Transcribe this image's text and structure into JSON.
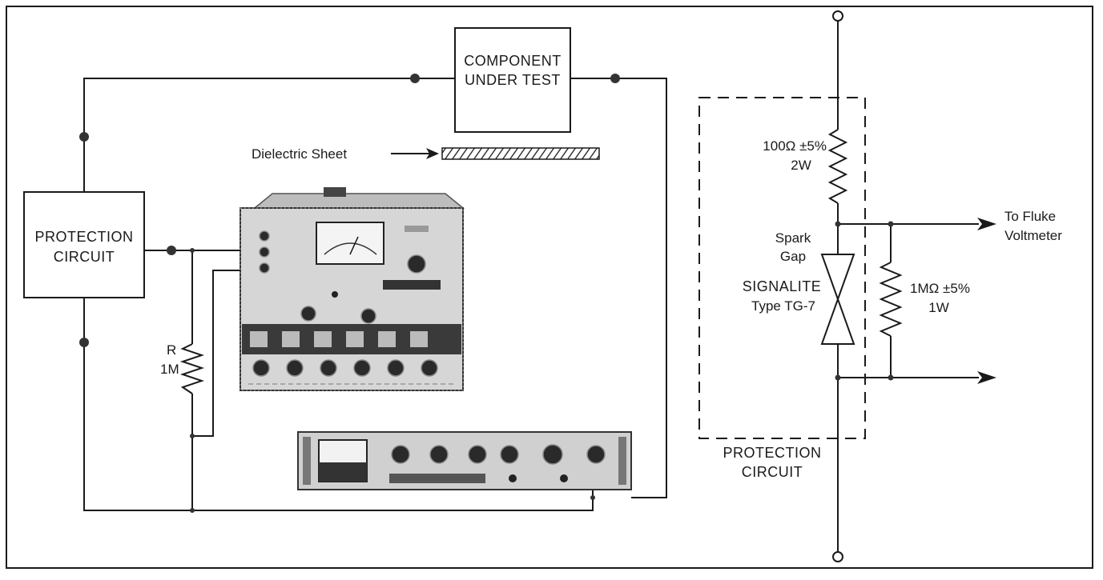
{
  "component_under_test": {
    "line1": "COMPONENT",
    "line2": "UNDER TEST"
  },
  "dielectric_sheet": {
    "label": "Dielectric  Sheet"
  },
  "protection_circuit_box": {
    "line1": "PROTECTION",
    "line2": "CIRCUIT"
  },
  "resistor_r": {
    "name": "R",
    "value": "1M"
  },
  "schematic": {
    "resistor_top": {
      "value": "100Ω ±5%",
      "power": "2W"
    },
    "spark_gap": {
      "line1": "Spark",
      "line2": "Gap",
      "maker": "SIGNALITE",
      "type": "Type TG-7"
    },
    "resistor_side": {
      "value": "1MΩ ±5%",
      "power": "1W"
    },
    "output": {
      "line1": "To Fluke",
      "line2": "Voltmeter"
    },
    "enclosure_label": {
      "line1": "PROTECTION",
      "line2": "CIRCUIT"
    }
  },
  "colors": {
    "ink": "#1a1a1a",
    "paper": "#ffffff",
    "panel": "#d8d8d8"
  }
}
